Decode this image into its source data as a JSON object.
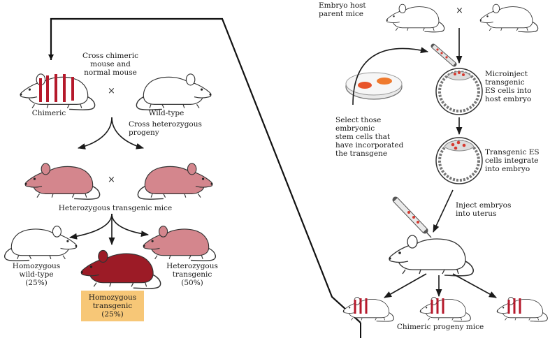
{
  "labels": {
    "cross_chimeric": "Cross chimeric\nmouse and\nnormal mouse",
    "chimeric": "Chimeric",
    "wild_type": "Wild-type",
    "cross_hetero": "Cross heterozygous\nprogeny",
    "hetero_mice": "Heterozygous transgenic mice",
    "homo_wild": "Homozygous\nwild-type\n(25%)",
    "hetero_50": "Heterozygous\ntransgenic\n(50%)",
    "homo_trans": "Homozygous\ntransgenic\n(25%)",
    "embryo_host": "Embryo host\nparent mice",
    "microinject": "Microinject\ntransgenic\nES cells into\nhost embryo",
    "select_cells": "Select those\nembryonic\nstem cells that\nhave incorporated\nthe transgene",
    "integrate": "Transgenic ES\ncells integrate\ninto embryo",
    "inject_uterus": "Inject embryos\ninto uterus",
    "chimeric_progeny": "Chimeric progeny mice",
    "cross_symbol": "×"
  },
  "colors": {
    "white_mouse": "#ffffff",
    "pink_mouse": "#d4868d",
    "dark_mouse": "#9c1b26",
    "stripe": "#b5192b",
    "highlight_box": "#f7c777",
    "cell_dot": "#d63a30",
    "dish_colony": "#e8542a"
  }
}
